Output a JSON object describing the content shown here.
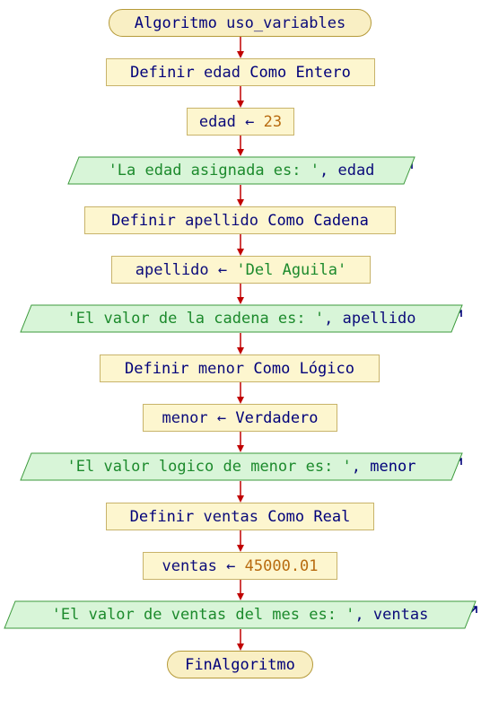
{
  "diagram": {
    "start": {
      "keyword": "Algoritmo",
      "name": "uso_variables"
    },
    "steps": [
      {
        "kind": "define",
        "keyword": "Definir",
        "var": "edad",
        "como": "Como",
        "type": "Entero"
      },
      {
        "kind": "assign",
        "var": "edad",
        "arrow": "←",
        "value": "23",
        "value_kind": "num"
      },
      {
        "kind": "write",
        "literal": "'La edad asignada es: '",
        "sep": ",",
        "var": "edad"
      },
      {
        "kind": "define",
        "keyword": "Definir",
        "var": "apellido",
        "como": "Como",
        "type": "Cadena"
      },
      {
        "kind": "assign",
        "var": "apellido",
        "arrow": "←",
        "value": "'Del Aguila'",
        "value_kind": "lit"
      },
      {
        "kind": "write",
        "literal": "'El valor de la cadena es: '",
        "sep": ",",
        "var": "apellido"
      },
      {
        "kind": "define",
        "keyword": "Definir",
        "var": "menor",
        "como": "Como",
        "type": "Lógico"
      },
      {
        "kind": "assign",
        "var": "menor",
        "arrow": "←",
        "value": "Verdadero",
        "value_kind": "kw"
      },
      {
        "kind": "write",
        "literal": "'El valor logico de menor es: '",
        "sep": ",",
        "var": "menor"
      },
      {
        "kind": "define",
        "keyword": "Definir",
        "var": "ventas",
        "como": "Como",
        "type": "Real"
      },
      {
        "kind": "assign",
        "var": "ventas",
        "arrow": "←",
        "value": "45000.01",
        "value_kind": "num"
      },
      {
        "kind": "write",
        "literal": "'El valor de ventas del mes es: '",
        "sep": ",",
        "var": "ventas"
      }
    ],
    "end": {
      "keyword": "FinAlgoritmo"
    },
    "colors": {
      "arrow": "#c00000",
      "terminal_fill": "#f9efc4",
      "process_fill": "#fdf6cf",
      "output_fill": "#d8f5d8",
      "output_border": "#3c9a3c",
      "keyword": "#00007a",
      "literal": "#1c8a2c",
      "number": "#b86b10"
    }
  }
}
